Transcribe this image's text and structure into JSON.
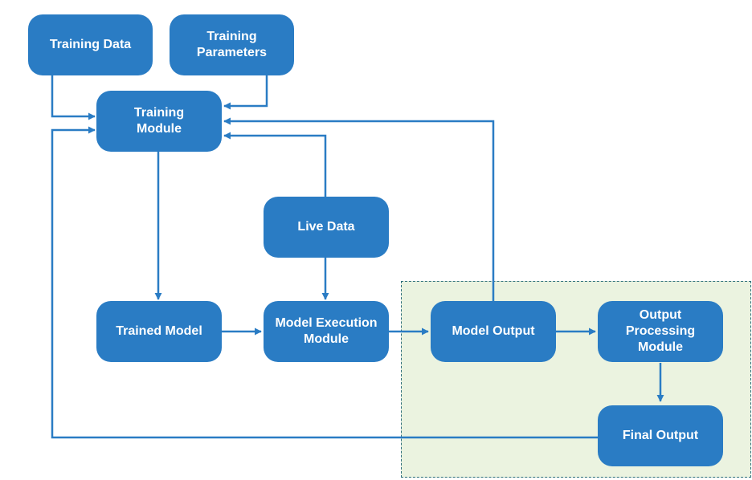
{
  "colors": {
    "node_fill": "#2a7cc4",
    "connector": "#2a7cc4",
    "region_fill": "#ebf3e0",
    "region_border": "#2c6e7a"
  },
  "nodes": {
    "training_data": "Training Data",
    "training_parameters": "Training\nParameters",
    "training_module": "Training\nModule",
    "live_data": "Live Data",
    "trained_model": "Trained Model",
    "model_execution_module": "Model Execution\nModule",
    "model_output": "Model Output",
    "output_processing_module": "Output\nProcessing\nModule",
    "final_output": "Final Output"
  },
  "edges": [
    {
      "from": "training_data",
      "to": "training_module"
    },
    {
      "from": "training_parameters",
      "to": "training_module"
    },
    {
      "from": "model_output",
      "to": "training_module"
    },
    {
      "from": "live_data",
      "to": "training_module"
    },
    {
      "from": "final_output",
      "to": "training_module"
    },
    {
      "from": "training_module",
      "to": "trained_model"
    },
    {
      "from": "live_data",
      "to": "model_execution_module"
    },
    {
      "from": "trained_model",
      "to": "model_execution_module"
    },
    {
      "from": "model_execution_module",
      "to": "model_output"
    },
    {
      "from": "model_output",
      "to": "output_processing_module"
    },
    {
      "from": "output_processing_module",
      "to": "final_output"
    }
  ]
}
